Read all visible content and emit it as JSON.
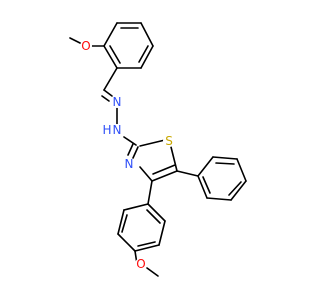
{
  "molecule": {
    "atoms": {
      "o_top": {
        "label": "O",
        "color": "#ff0d0d"
      },
      "n_imine": {
        "label": "N",
        "color": "#3050f8"
      },
      "n_hydrazone": {
        "label": "N",
        "color": "#3050f8"
      },
      "h_hydrazone": {
        "label": "H",
        "color": "#3050f8"
      },
      "s_ring": {
        "label": "S",
        "color": "#c8a800"
      },
      "n_ring": {
        "label": "N",
        "color": "#3050f8"
      },
      "o_bottom": {
        "label": "O",
        "color": "#ff0d0d"
      }
    }
  }
}
